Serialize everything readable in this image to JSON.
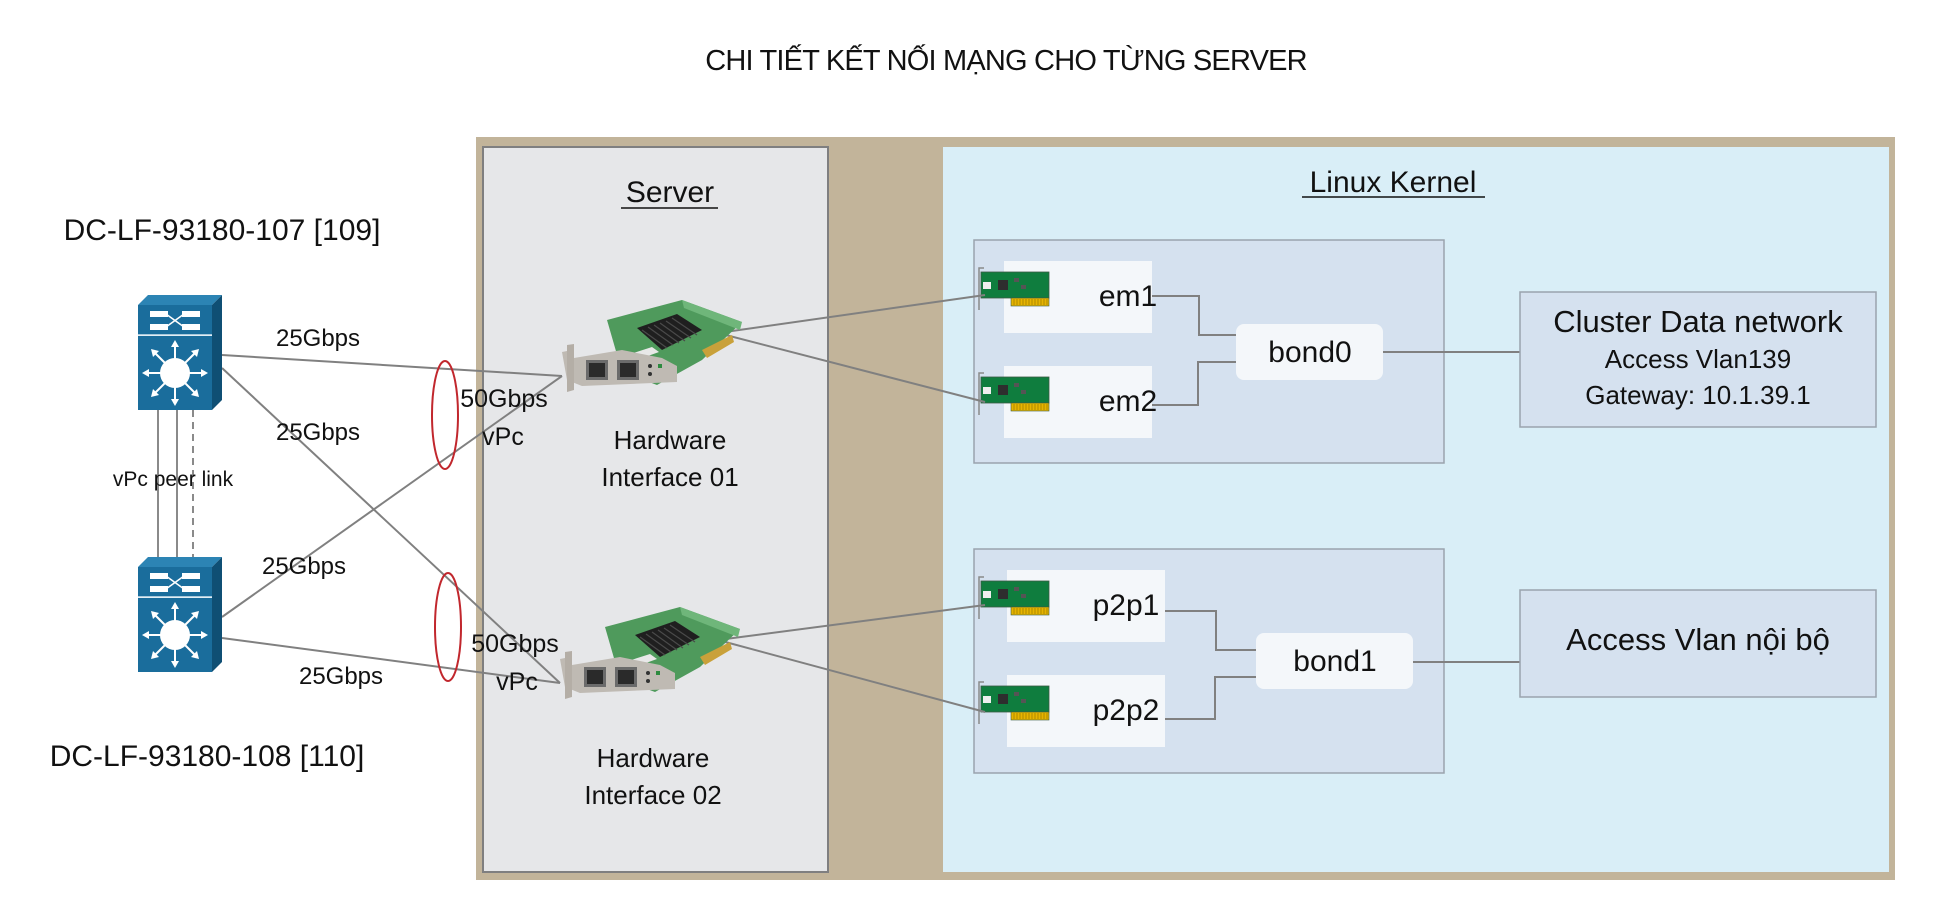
{
  "title": "CHI TIẾT KẾT NỐI MẠNG CHO TỪNG SERVER",
  "colors": {
    "frame": "#c2b49a",
    "server_bg": "#e6e7e9",
    "server_border": "#7f7f80",
    "kernel_bg": "#d9eef7",
    "group_bg": "#d5e1ef",
    "group_border": "#9aa3ad",
    "iface_bg": "#f4f7fa",
    "link": "#808080",
    "vpc_ellipse": "#c1272d",
    "switch_blue": "#1a6d9c",
    "nic_green": "#0f7d3e"
  },
  "switches": [
    {
      "name": "DC-LF-93180-107 [109]"
    },
    {
      "name": "DC-LF-93180-108 [110]"
    }
  ],
  "peer_link_label": "vPc peer link",
  "link_labels": {
    "sw1_to_nic1": "25Gbps",
    "sw1_to_nic2": "25Gbps",
    "sw2_to_nic1": "25Gbps",
    "sw2_to_nic2": "25Gbps"
  },
  "vpc_groups": [
    {
      "speed": "50Gbps",
      "type": "vPc"
    },
    {
      "speed": "50Gbps",
      "type": "vPc"
    }
  ],
  "server": {
    "label": "Server",
    "hardware_interfaces": [
      {
        "line1": "Hardware",
        "line2": "Interface 01"
      },
      {
        "line1": "Hardware",
        "line2": "Interface 02"
      }
    ]
  },
  "kernel": {
    "label": "Linux Kernel",
    "bonds": [
      {
        "name": "bond0",
        "interfaces": [
          "em1",
          "em2"
        ],
        "network": {
          "lines": [
            "Cluster Data network",
            "Access Vlan139",
            "Gateway: 10.1.39.1"
          ]
        }
      },
      {
        "name": "bond1",
        "interfaces": [
          "p2p1",
          "p2p2"
        ],
        "network": {
          "lines": [
            "Access Vlan nội bộ"
          ]
        }
      }
    ]
  }
}
